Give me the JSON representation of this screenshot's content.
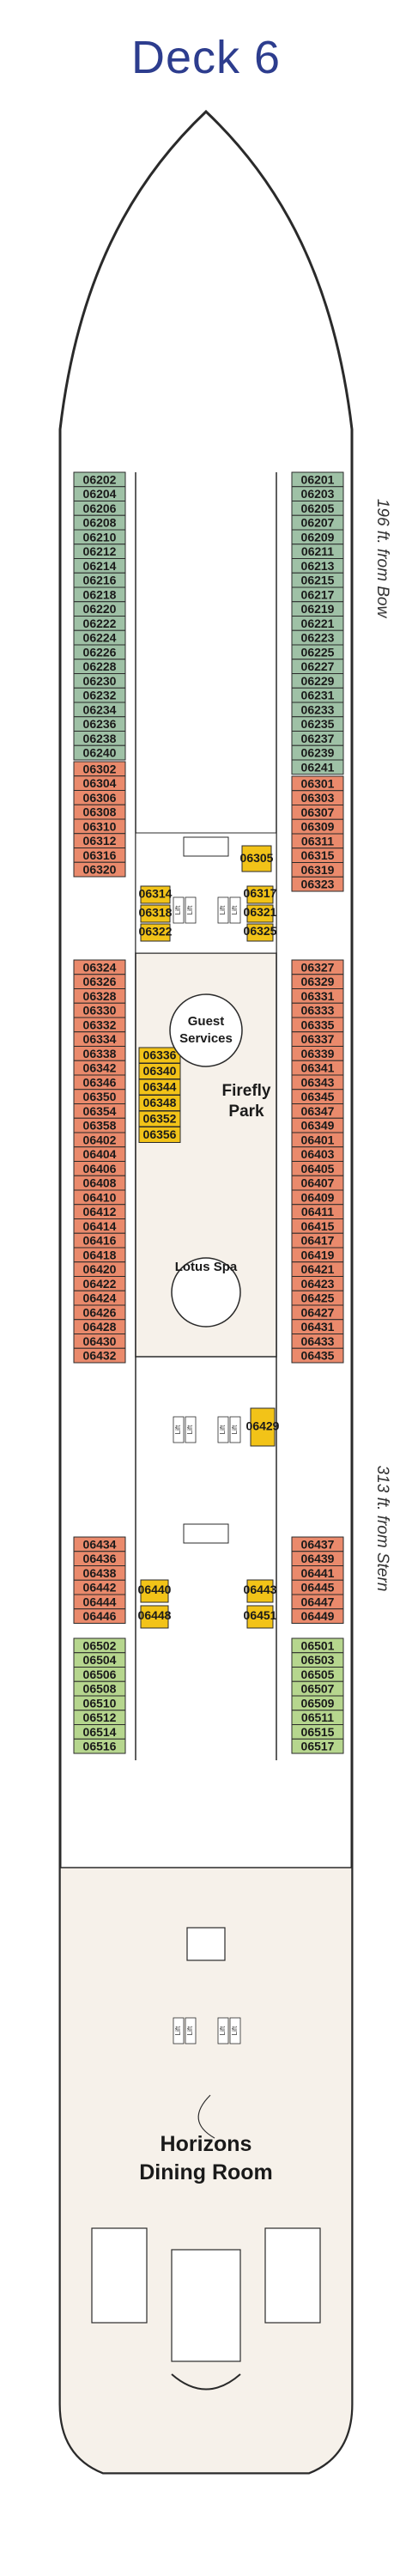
{
  "title": "Deck 6",
  "colors": {
    "outline": "#2a2a2a",
    "deck_floor": "#f6f1ea",
    "green_dark": "#9fc1a6",
    "green_light": "#b6d68e",
    "salmon": "#ea8a6c",
    "yellow": "#f2c318",
    "title": "#2d3d8e"
  },
  "side_labels": {
    "bow": "196 ft. from Bow",
    "stern": "313 ft. from Stern"
  },
  "venues": {
    "guest_services": [
      "Guest",
      "Services"
    ],
    "firefly_park": [
      "Firefly",
      "Park"
    ],
    "lotus_spa": "Lotus Spa",
    "dining_room": [
      "Horizons",
      "Dining Room"
    ]
  },
  "cabins": {
    "left_green_top": [
      "06202",
      "06204",
      "06206",
      "06208",
      "06210",
      "06212",
      "06214",
      "06216",
      "06218",
      "06220",
      "06222",
      "06224",
      "06226",
      "06228",
      "06230",
      "06232",
      "06234",
      "06236",
      "06238",
      "06240"
    ],
    "right_green_top": [
      "06201",
      "06203",
      "06205",
      "06207",
      "06209",
      "06211",
      "06213",
      "06215",
      "06217",
      "06219",
      "06221",
      "06223",
      "06225",
      "06227",
      "06229",
      "06231",
      "06233",
      "06235",
      "06237",
      "06239",
      "06241"
    ],
    "left_salmon_1": [
      "06302",
      "06304",
      "06306",
      "06308",
      "06310",
      "06312",
      "06316",
      "06320"
    ],
    "right_salmon_1": [
      "06301",
      "06303",
      "06307",
      "06309",
      "06311",
      "06315",
      "06319",
      "06323"
    ],
    "left_salmon_2": [
      "06324",
      "06326",
      "06328",
      "06330",
      "06332",
      "06334",
      "06338",
      "06342",
      "06346",
      "06350",
      "06354",
      "06358",
      "06402",
      "06404",
      "06406",
      "06408",
      "06410",
      "06412",
      "06414",
      "06416",
      "06418",
      "06420",
      "06422",
      "06424",
      "06426",
      "06428",
      "06430",
      "06432"
    ],
    "right_salmon_2": [
      "06327",
      "06329",
      "06331",
      "06333",
      "06335",
      "06337",
      "06339",
      "06341",
      "06343",
      "06345",
      "06347",
      "06349",
      "06401",
      "06403",
      "06405",
      "06407",
      "06409",
      "06411",
      "06415",
      "06417",
      "06419",
      "06421",
      "06423",
      "06425",
      "06427",
      "06431",
      "06433",
      "06435"
    ],
    "left_salmon_3": [
      "06434",
      "06436",
      "06438",
      "06442",
      "06444",
      "06446"
    ],
    "right_salmon_3": [
      "06437",
      "06439",
      "06441",
      "06445",
      "06447",
      "06449"
    ],
    "left_green_bottom": [
      "06502",
      "06504",
      "06506",
      "06508",
      "06510",
      "06512",
      "06514",
      "06516"
    ],
    "right_green_bottom": [
      "06501",
      "06503",
      "06505",
      "06507",
      "06509",
      "06511",
      "06515",
      "06517"
    ]
  },
  "inner_cabins": {
    "stack_left": [
      "06336",
      "06340",
      "06344",
      "06348",
      "06352",
      "06356"
    ],
    "top_left": [
      "06314",
      "06318",
      "06322"
    ],
    "top_right_a": "06305",
    "top_right_b": [
      "06317",
      "06321",
      "06325"
    ],
    "mid_right": "06429",
    "bottom": [
      "06440",
      "06448",
      "06443",
      "06451"
    ]
  },
  "elevator_label": "Lift"
}
